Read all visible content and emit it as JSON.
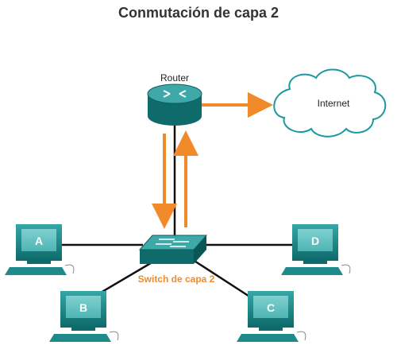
{
  "title": "Conmutación de capa 2",
  "router": {
    "label": "Router"
  },
  "cloud": {
    "label": "Internet"
  },
  "switch": {
    "label": "Switch de capa 2"
  },
  "hosts": [
    {
      "label": "A"
    },
    {
      "label": "B"
    },
    {
      "label": "C"
    },
    {
      "label": "D"
    }
  ],
  "colors": {
    "teal": "#1f8a8a",
    "teal_dark": "#0f5f60",
    "orange": "#f08a2a",
    "cloud_stroke": "#1a9aa0",
    "link": "#111111"
  }
}
